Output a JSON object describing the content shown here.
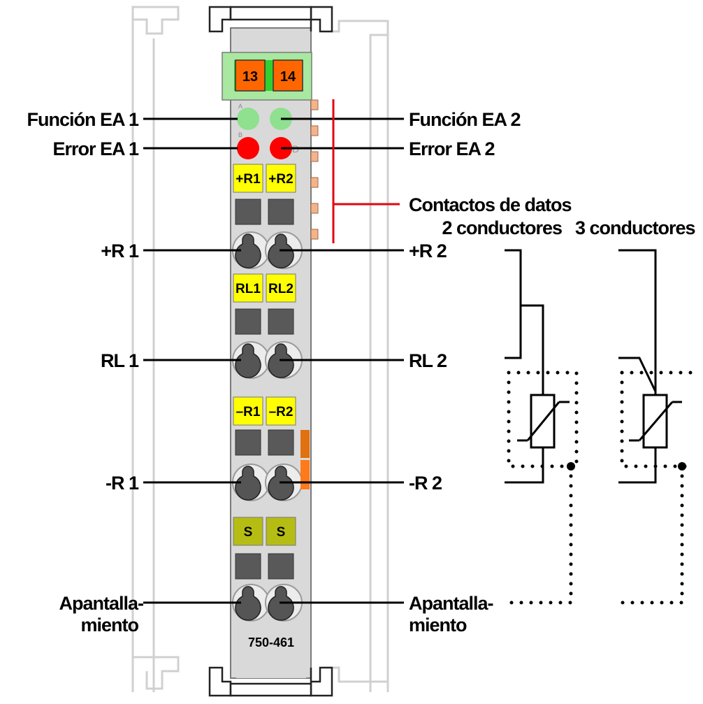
{
  "module": {
    "model": "750-461",
    "terminal_numbers": [
      "13",
      "14"
    ]
  },
  "leds": {
    "left_letters": [
      "A",
      "B"
    ],
    "right_letters": [
      "C",
      "D"
    ]
  },
  "terminal_tags": {
    "row1": [
      "+R1",
      "+R2"
    ],
    "row2": [
      "RL1",
      "RL2"
    ],
    "row3": [
      "–R1",
      "–R2"
    ],
    "row4": [
      "S",
      "S"
    ]
  },
  "labels": {
    "left": {
      "funcion_ea1": "Función EA 1",
      "error_ea1": "Error EA 1",
      "plus_r1": "+R 1",
      "rl1": "RL 1",
      "minus_r1": "-R 1",
      "shield_line1": "Apantalla-",
      "shield_line2": "miento"
    },
    "right": {
      "funcion_ea2": "Función EA 2",
      "error_ea2": "Error EA 2",
      "contacts": "Contactos de datos",
      "plus_r2": "+R 2",
      "rl2": "RL 2",
      "minus_r2": "-R 2",
      "shield_line1": "Apantalla-",
      "shield_line2": "miento"
    }
  },
  "sensor_labels": {
    "two_wire": "2 conductores",
    "three_wire": "3 conductores"
  },
  "colors": {
    "body": "#d9d9d9",
    "rail": "#e6e6e6",
    "led_green": "#8fe08f",
    "led_red": "#ff0000",
    "tag_yellow": "#ffff00",
    "tag_olive": "#b5bd14",
    "orange": "#ff6600",
    "contact_line": "#e30613"
  }
}
